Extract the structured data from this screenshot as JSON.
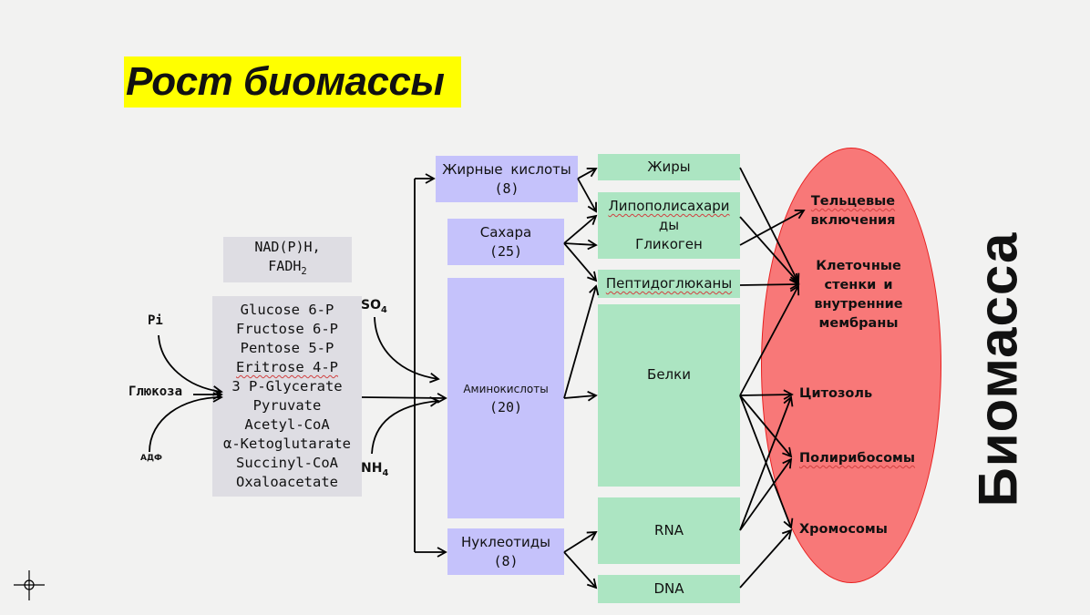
{
  "slide": {
    "title": "Рост биомассы",
    "side_title": "Биомасса"
  },
  "inputs": {
    "pi": "Pi",
    "glucose": "Глюкоза",
    "adp": "АДФ",
    "so4_base": "SO",
    "so4_sub": "4",
    "nh4_base": "NH",
    "nh4_sub": "4"
  },
  "cofactors": {
    "line1": "NAD(P)H,",
    "line2_base": "FADH",
    "line2_sub": "2"
  },
  "precursors": [
    "Glucose 6-P",
    "Fructose 6-P",
    "Pentose 5-P",
    "Eritrose 4-P",
    "3 P-Glycerate",
    "Pyruvate",
    "Acetyl-CoA",
    "α-Ketoglutarate",
    "Succinyl-CoA",
    "Oxaloacetate"
  ],
  "building_blocks": {
    "fatty_acids": {
      "name": "Жирные кислоты",
      "count": "(8)"
    },
    "sugars": {
      "name": "Сахара",
      "count": "(25)"
    },
    "amino_acids": {
      "name": "Аминокислоты",
      "count": "(20)"
    },
    "nucleotides": {
      "name": "Нуклеотиды",
      "count": "(8)"
    }
  },
  "macromolecules": {
    "fats": "Жиры",
    "lps_line1": "Липополисахари",
    "lps_line2": "ды",
    "glycogen": "Гликоген",
    "peptidoglycans": "Пептидоглюканы",
    "proteins": "Белки",
    "rna": "RNA",
    "dna": "DNA"
  },
  "biomass_components": {
    "inclusions_line1": "Тельцевые",
    "inclusions_line2": "включения",
    "walls_line1": "Клеточные",
    "walls_line2": "стенки и",
    "walls_line3": "внутренние",
    "walls_line4": "мембраны",
    "cytosol": "Цитозоль",
    "polyribosomes": "Полирибосомы",
    "chromosomes": "Хромосомы"
  },
  "colors": {
    "title_bg": "#ffff00",
    "precursor_box": "#dedde3",
    "building_block_box": "#c5c2fb",
    "macromolecule_box": "#ace5c2",
    "biomass_ellipse": "#f87878",
    "ellipse_border": "#e81f1f"
  }
}
